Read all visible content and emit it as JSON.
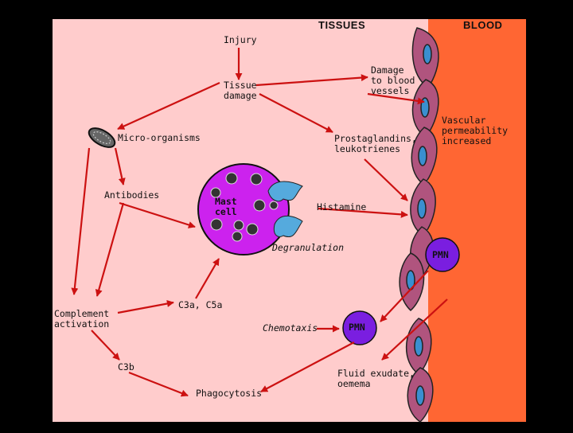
{
  "headers": {
    "tissues": "TISSUES",
    "blood": "BLOOD"
  },
  "labels": {
    "injury": "Injury",
    "tissue_damage": "Tissue\ndamage",
    "damage_vessels": "Damage\nto blood\nvessels",
    "vascular_perm": "Vascular\npermeability\nincreased",
    "micro_organisms": "Micro-organisms",
    "prostaglandins": "Prostaglandins,\nleukotrienes",
    "antibodies": "Antibodies",
    "mast_cell": "Mast\ncell",
    "histamine": "Histamine",
    "degranulation": "Degranulation",
    "pmn_blood": "PMN",
    "complement": "Complement\nactivation",
    "c3a_c5a": "C3a, C5a",
    "chemotaxis": "Chemotaxis",
    "pmn_tissue": "PMN",
    "c3b": "C3b",
    "fluid_exudate": "Fluid exudate,\noemema",
    "phagocytosis": "Phagocytosis"
  },
  "colors": {
    "tissue_bg": "#ffcccc",
    "blood_bg": "#ff6633",
    "arrow": "#cc1111",
    "mast_cell": "#cc22ee",
    "pmn": "#7a1ee0",
    "endothelium": "#b0547e",
    "nucleus": "#3a8fd0",
    "granule_receptor": "#55aadd"
  }
}
